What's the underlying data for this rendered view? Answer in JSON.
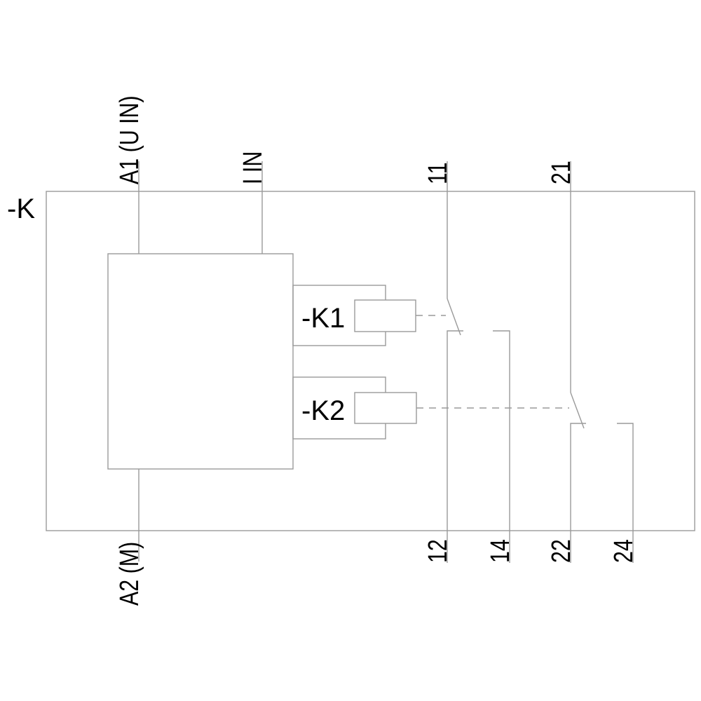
{
  "diagram": {
    "type": "electrical-schematic",
    "device_label": "-K",
    "relay_coils": [
      {
        "label": "-K1"
      },
      {
        "label": "-K2"
      }
    ],
    "terminals_top": [
      {
        "label": "A1 (U IN)"
      },
      {
        "label": "I IN"
      },
      {
        "label": "11"
      },
      {
        "label": "21"
      }
    ],
    "terminals_bottom": [
      {
        "label": "A2 (M)"
      },
      {
        "label": "12"
      },
      {
        "label": "14"
      },
      {
        "label": "22"
      },
      {
        "label": "24"
      }
    ],
    "colors": {
      "line": "#9a9a9a",
      "text": "#000000",
      "background": "#ffffff"
    }
  }
}
